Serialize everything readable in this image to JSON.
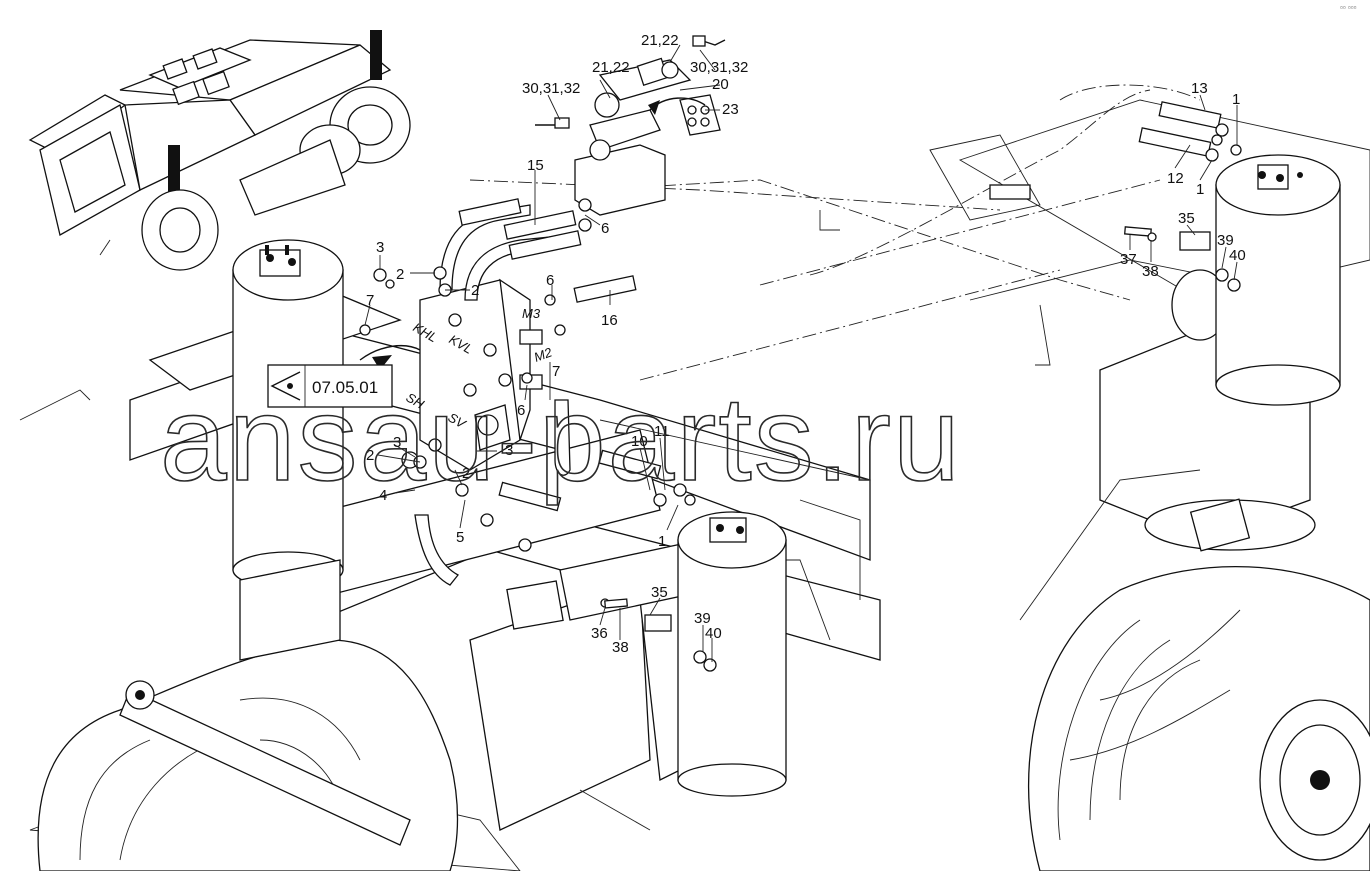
{
  "callouts": {
    "c_30_31_32_left": "30,31,32",
    "c_21_22_a": "21,22",
    "c_21_22_b": "21,22",
    "c_30_31_32_right": "30,31,32",
    "c_20": "20",
    "c_23": "23",
    "c_15": "15",
    "c_6_a": "6",
    "c_6_b": "6",
    "c_6_c": "6",
    "c_16": "16",
    "c_3_a": "3",
    "c_3_b": "3",
    "c_3_c": "3",
    "c_2_a": "2",
    "c_2_b": "2",
    "c_2_c": "2",
    "c_2_d": "2",
    "c_2_e": "2",
    "c_7_a": "7",
    "c_7_b": "7",
    "c_4": "4",
    "c_5": "5",
    "c_10": "10",
    "c_11": "11",
    "c_1_a": "1",
    "c_1_b": "1",
    "c_1_c": "1",
    "c_35_a": "35",
    "c_35_b": "35",
    "c_36": "36",
    "c_37": "37",
    "c_38_a": "38",
    "c_38_b": "38",
    "c_39_a": "39",
    "c_39_b": "39",
    "c_40_a": "40",
    "c_40_b": "40",
    "c_12": "12",
    "c_13": "13"
  },
  "ports": {
    "m3": "M3",
    "m2": "M2",
    "khl": "KHL",
    "kvl": "KVL",
    "sh": "SH",
    "sv": "SV"
  },
  "view_reference": "07.05.01",
  "watermark": "ansau-parts.ru",
  "corner_mark": "▫▫ ▫▫▫",
  "icons": [
    "eye-view-icon",
    "curved-arrow-icon"
  ]
}
